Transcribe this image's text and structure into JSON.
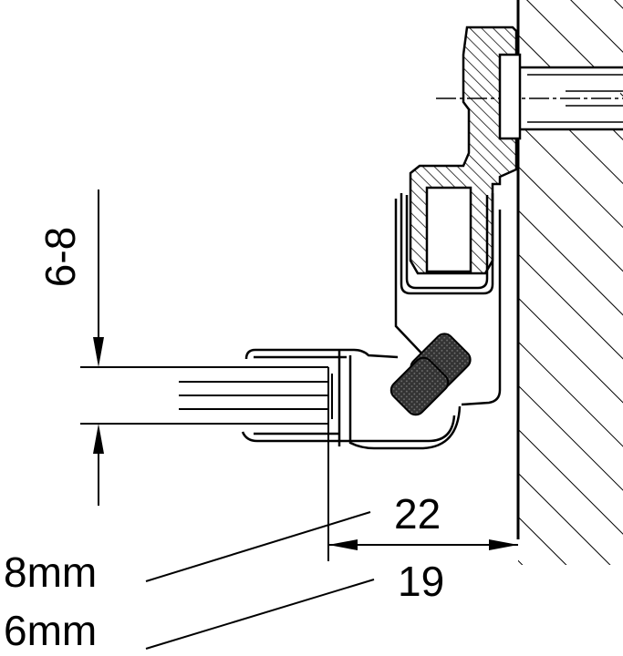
{
  "labels": {
    "glass_gap": "6-8",
    "dim_8mm_glass": "22",
    "dim_6mm_glass": "19",
    "glass_8mm": "8mm",
    "glass_6mm": "6mm"
  },
  "colors": {
    "line": "#000000",
    "background": "#ffffff",
    "gasket_fill": "#333333"
  }
}
